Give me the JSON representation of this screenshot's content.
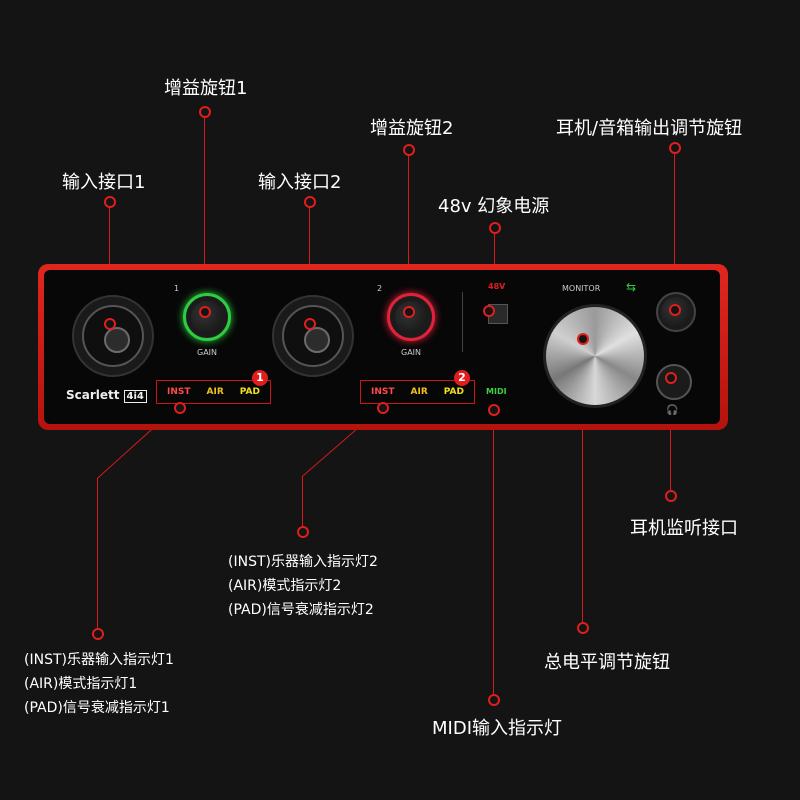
{
  "labels": {
    "gain_knob_1": "增益旋钮1",
    "gain_knob_2": "增益旋钮2",
    "input_port_1": "输入接口1",
    "input_port_2": "输入接口2",
    "phantom_power": "48v 幻象电源",
    "monitor_knob": "耳机/音箱输出调节旋钮",
    "headphone_port": "耳机监听接口",
    "master_level_knob": "总电平调节旋钮",
    "midi_indicator": "MIDI输入指示灯",
    "indicators_1": [
      "(INST)乐器输入指示灯1",
      "(AIR)模式指示灯1",
      "(PAD)信号衰减指示灯1"
    ],
    "indicators_2": [
      "(INST)乐器输入指示灯2",
      "(AIR)模式指示灯2",
      "(PAD)信号衰减指示灯2"
    ]
  },
  "device": {
    "brand": "Scarlett",
    "model": "4i4",
    "ch1": "1",
    "ch2": "2",
    "gain": "GAIN",
    "monitor": "MONITOR",
    "phantom": "48V",
    "midi": "MIDI",
    "inst": "INST",
    "air": "AIR",
    "pad": "PAD",
    "badge1": "1",
    "badge2": "2"
  },
  "colors": {
    "accent": "#e01e1e",
    "device_red": "#d0201a",
    "gain_ring_1": "#2ecc40",
    "gain_ring_2": "#e0233a",
    "air": "#f0c020",
    "pad": "#f0e020",
    "midi": "#40d040"
  }
}
